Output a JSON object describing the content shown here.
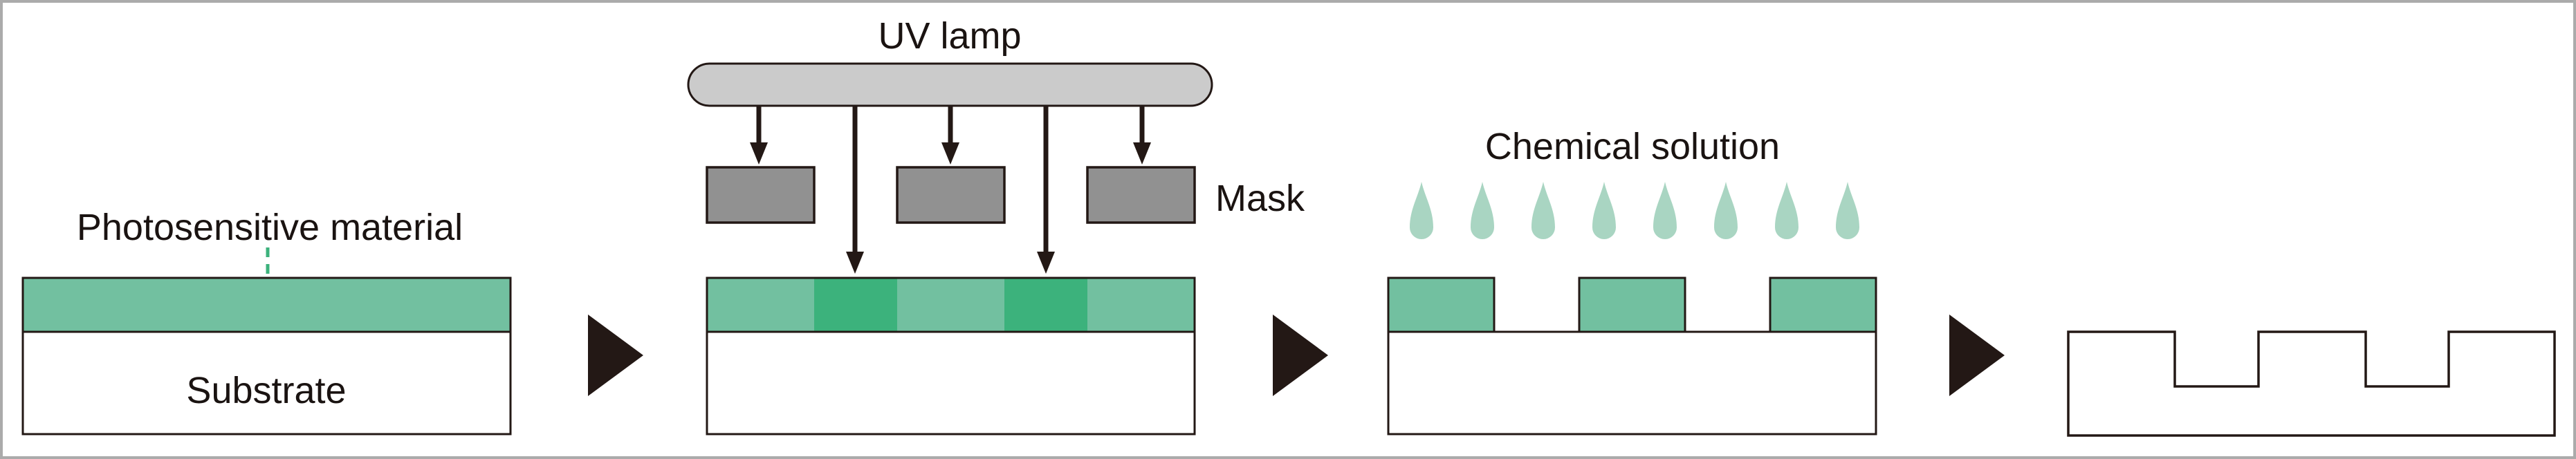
{
  "figure": {
    "type": "process-diagram",
    "stages": [
      {
        "name": "coating",
        "labels": {
          "photosensitive": "Photosensitive material",
          "substrate": "Substrate"
        }
      },
      {
        "name": "uv-exposure",
        "labels": {
          "uv_lamp": "UV lamp",
          "mask": "Mask"
        },
        "mask_count": 3,
        "uv_ray_count": 5,
        "exposed_region_count": 2
      },
      {
        "name": "development",
        "labels": {
          "chemical_solution": "Chemical solution"
        },
        "droplet_count": 8,
        "resist_island_count": 3
      },
      {
        "name": "etched-result",
        "groove_count": 2
      }
    ],
    "colors": {
      "photoresist_green": "#72c0a0",
      "exposed_green": "#3cb27c",
      "droplet_green": "#a9d5c2",
      "lamp_gray": "#cbcbcb",
      "mask_gray": "#919191",
      "outline_dark": "#231815",
      "text_black": "#1a1311",
      "frame_gray": "#ababab",
      "background": "#ffffff"
    }
  }
}
